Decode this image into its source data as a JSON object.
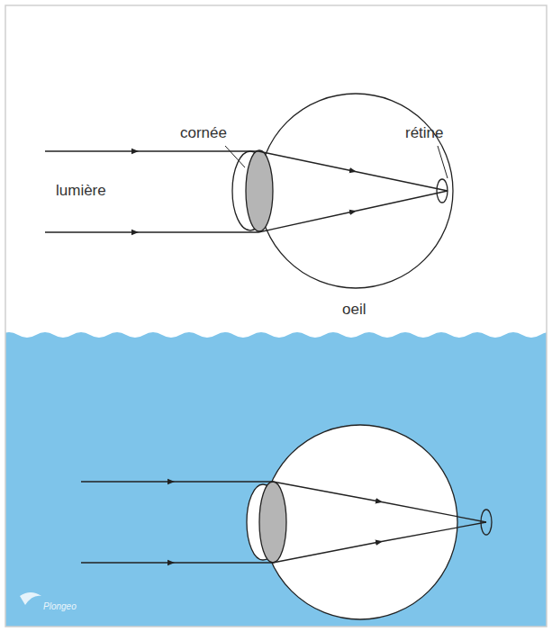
{
  "diagram": {
    "labels": [
      "cornée",
      "rétine",
      "lumière",
      "oeil",
      "Plongeo"
    ]
  }
}
